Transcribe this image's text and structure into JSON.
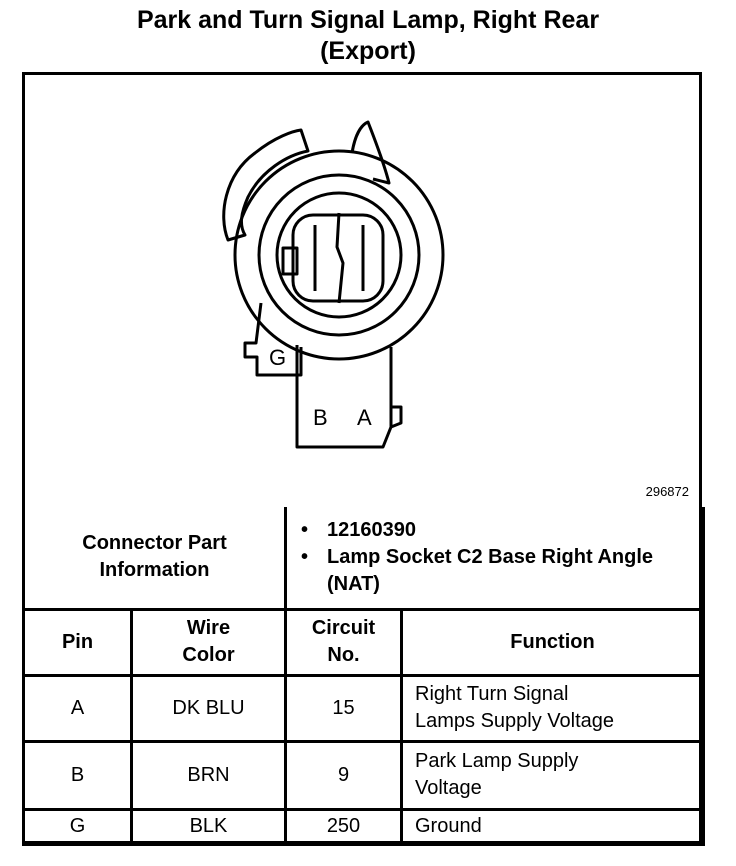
{
  "title": {
    "line1": "Park and Turn Signal Lamp, Right Rear",
    "line2": "(Export)"
  },
  "figure": {
    "number": "296872",
    "terminal_labels": {
      "g": "G",
      "b": "B",
      "a": "A"
    }
  },
  "connector_info": {
    "label_line1": "Connector Part",
    "label_line2": "Information",
    "items": [
      "12160390",
      "Lamp Socket C2 Base Right Angle (NAT)"
    ]
  },
  "table": {
    "headers": {
      "pin": "Pin",
      "wire_line1": "Wire",
      "wire_line2": "Color",
      "circuit_line1": "Circuit",
      "circuit_line2": "No.",
      "function": "Function"
    },
    "rows": [
      {
        "pin": "A",
        "wire": "DK BLU",
        "circuit": "15",
        "function_line1": "Right Turn Signal",
        "function_line2": "Lamps Supply Voltage"
      },
      {
        "pin": "B",
        "wire": "BRN",
        "circuit": "9",
        "function_line1": "Park Lamp Supply",
        "function_line2": "Voltage"
      },
      {
        "pin": "G",
        "wire": "BLK",
        "circuit": "250",
        "function_line1": "Ground",
        "function_line2": ""
      }
    ]
  }
}
